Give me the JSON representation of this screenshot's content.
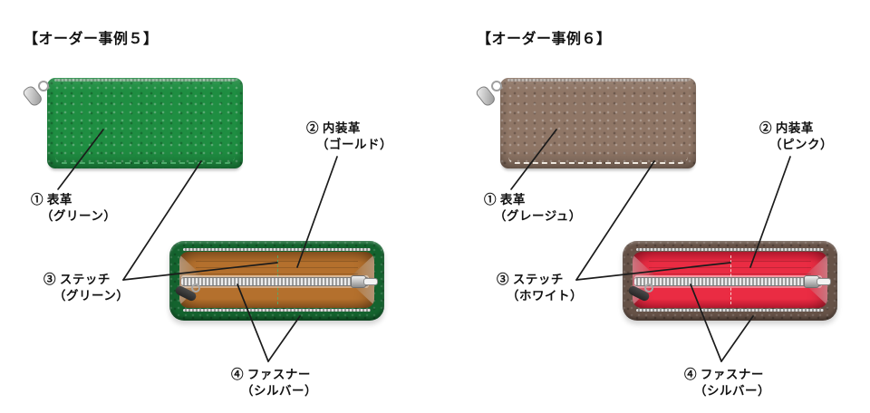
{
  "page": {
    "background": "#ffffff"
  },
  "figures": [
    {
      "title": "【オーダー事例５】",
      "labels": {
        "outer": {
          "line1": "① 表革",
          "line2": "（グリーン）"
        },
        "lining": {
          "line1": "② 内装革",
          "line2": "（ゴールド）"
        },
        "stitch": {
          "line1": "③ ステッチ",
          "line2": "（グリーン）"
        },
        "zipper": {
          "line1": "④ ファスナー",
          "line2": "（シルバー）"
        }
      },
      "colors": {
        "exterior": "#1f8e42",
        "exterior_dark": "#14632e",
        "interior": "#b4702d",
        "interior_dark": "#8a5420",
        "stitch": "#4fae6d",
        "hardware": "#c9cbcd"
      }
    },
    {
      "title": "【オーダー事例６】",
      "labels": {
        "outer": {
          "line1": "① 表革",
          "line2": "（グレージュ）"
        },
        "lining": {
          "line1": "② 内装革",
          "line2": "（ピンク）"
        },
        "stitch": {
          "line1": "③ ステッチ",
          "line2": "（ホワイト）"
        },
        "zipper": {
          "line1": "④ ファスナー",
          "line2": "（シルバー）"
        }
      },
      "colors": {
        "exterior": "#8f7666",
        "exterior_dark": "#665247",
        "interior": "#ea2c43",
        "interior_dark": "#bd1a31",
        "stitch": "#f6f0e7",
        "hardware": "#c9cbcd"
      }
    }
  ]
}
